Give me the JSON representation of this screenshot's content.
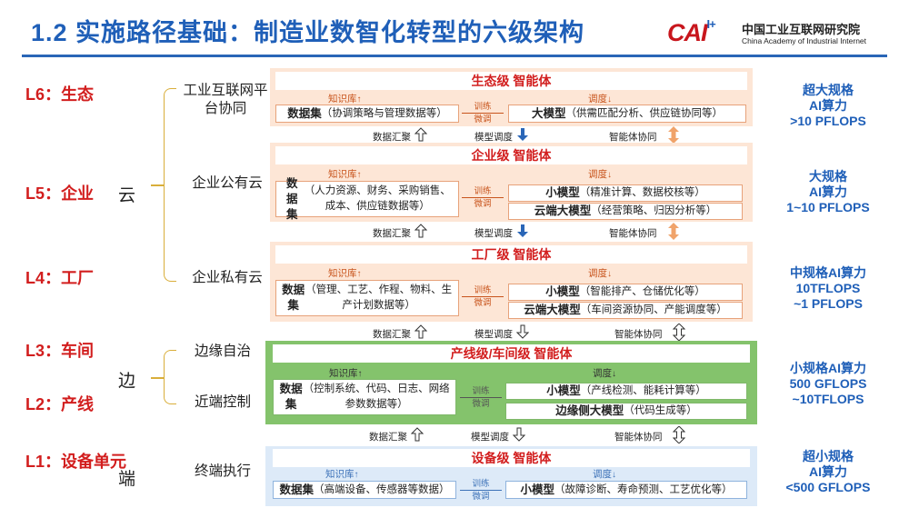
{
  "title": "1.2 实施路径基础：制造业数智化转型的六级架构",
  "logo": {
    "mark": "CAII",
    "cn": "中国工业互联网研究院",
    "en": "China Academy of Industrial Internet"
  },
  "levels": [
    "L6：生态",
    "L5：企业",
    "L4：工厂",
    "L3：车间",
    "L2：产线",
    "L1：设备单元"
  ],
  "groups": {
    "cloud": "云",
    "edge": "边",
    "end": "端"
  },
  "subgroups": {
    "platform": "工业互联网平台协同",
    "public_cloud": "企业公有云",
    "private_cloud": "企业私有云",
    "edge_auto": "边缘自治",
    "near_ctrl": "近端控制",
    "terminal": "终端执行"
  },
  "common": {
    "kb": "知识库",
    "dispatch": "调度",
    "train": "训练",
    "finetune": "微调",
    "data_gather": "数据汇聚",
    "model_dispatch": "模型调度",
    "agent_collab": "智能体协同"
  },
  "panels": {
    "eco": {
      "title": "生态级 智能体",
      "data": "数据集（协调策略与管理数据等）",
      "model1": "大模型（供需匹配分析、供应链协同等）"
    },
    "ent": {
      "title": "企业级 智能体",
      "data": "数据集（人力资源、财务、采购销售、成本、供应链数据等）",
      "model1": "小模型（精准计算、数据校核等）",
      "model2": "云端大模型（经营策略、归因分析等）"
    },
    "fac": {
      "title": "工厂级 智能体",
      "data": "数据集（管理、工艺、作程、物料、生产计划数据等）",
      "model1": "小模型（智能排产、仓储优化等）",
      "model2": "云端大模型（车间资源协同、产能调度等）"
    },
    "line": {
      "title": "产线级/车间级 智能体",
      "data": "数据集（控制系统、代码、日志、网络参数数据等）",
      "model1": "小模型（产线检测、能耗计算等）",
      "model2": "边缘侧大模型（代码生成等）"
    },
    "dev": {
      "title": "设备级 智能体",
      "data": "数据集（高端设备、传感器等数据）",
      "model1": "小模型（故障诊断、寿命预测、工艺优化等）"
    }
  },
  "capacity": {
    "l6": [
      "超大规格",
      "AI算力",
      ">10 PFLOPS"
    ],
    "l5": [
      "大规格",
      "AI算力",
      "1~10 PFLOPS"
    ],
    "l4": [
      "中规格AI算力",
      "10TFLOPS",
      "~1 PFLOPS"
    ],
    "l3": [
      "小规格AI算力",
      "500 GFLOPS",
      "~10TFLOPS"
    ],
    "l1": [
      "超小规格",
      "AI算力",
      "<500 GFLOPS"
    ]
  },
  "colors": {
    "title": "#1f5fb8",
    "level": "#d21e1e",
    "orange_panel": "#fde6d6",
    "green_panel": "#84c36c",
    "blue_panel": "#ddeaf8"
  }
}
